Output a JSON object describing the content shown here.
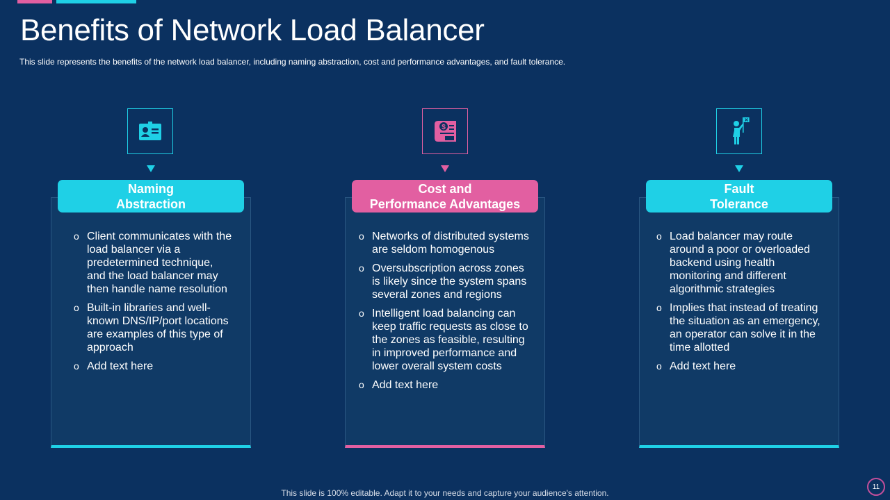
{
  "slide": {
    "title": "Benefits of Network Load Balancer",
    "subtitle": "This slide represents the benefits of the network load balancer, including naming abstraction, cost and performance advantages,  and fault tolerance.",
    "footer": "This slide is 100% editable. Adapt it to your needs and capture your audience's attention.",
    "page_number": "11"
  },
  "colors": {
    "cyan": "#1fd0e6",
    "pink": "#e25fa1",
    "background": "#0b3160",
    "card": "#103a66"
  },
  "cards": [
    {
      "icon": "id-card-icon",
      "header_line1": "Naming",
      "header_line2": "Abstraction",
      "bullets": [
        "Client communicates with the load balancer via a predetermined technique, and the load balancer may then handle name resolution",
        "Built-in libraries and well-known DNS/IP/port locations are examples of this type of approach",
        "Add text here"
      ]
    },
    {
      "icon": "cost-document-icon",
      "header_line1": "Cost and",
      "header_line2": "Performance Advantages",
      "bullets": [
        "Networks of distributed systems are seldom homogenous",
        "Oversubscription across zones is likely since the system spans several zones and regions",
        "Intelligent  load balancing can keep traffic requests as close to the zones as feasible, resulting in improved performance and lower overall system costs",
        "Add text here"
      ]
    },
    {
      "icon": "person-flag-icon",
      "header_line1": "Fault",
      "header_line2": "Tolerance",
      "bullets": [
        "Load balancer may route around a poor or overloaded backend using health monitoring and different algorithmic strategies",
        "Implies that instead of treating the situation as an emergency, an operator can solve it in the time allotted",
        "Add text here"
      ]
    }
  ]
}
